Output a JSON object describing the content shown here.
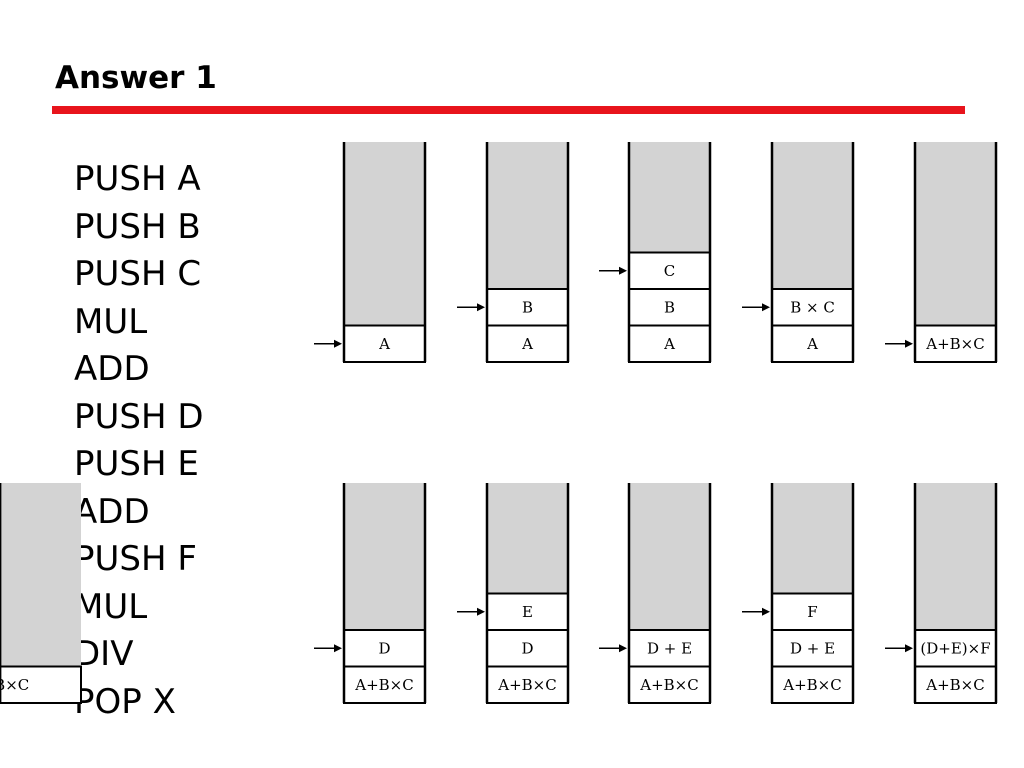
{
  "title": "Answer 1",
  "accent_color": "#e8141c",
  "fill_color": "#d3d3d3",
  "instructions": [
    "PUSH A",
    "PUSH B",
    "PUSH C",
    "MUL",
    "ADD",
    "PUSH D",
    "PUSH E",
    "ADD",
    "PUSH F",
    "MUL",
    "DIV",
    "POP X"
  ],
  "stacks": [
    {
      "cells": [
        "A"
      ],
      "pointer_level": 1
    },
    {
      "cells": [
        "A",
        "B"
      ],
      "pointer_level": 2
    },
    {
      "cells": [
        "A",
        "B",
        "C"
      ],
      "pointer_level": 3
    },
    {
      "cells": [
        "A",
        "B × C"
      ],
      "pointer_level": 2
    },
    {
      "cells": [
        "A+B×C"
      ],
      "pointer_level": 1
    },
    {
      "cells": [
        "A+B×C",
        "D"
      ],
      "pointer_level": 2
    },
    {
      "cells": [
        "A+B×C",
        "D",
        "E"
      ],
      "pointer_level": 3
    },
    {
      "cells": [
        "A+B×C",
        "D + E"
      ],
      "pointer_level": 2
    },
    {
      "cells": [
        "A+B×C",
        "D + E",
        "F"
      ],
      "pointer_level": 3
    },
    {
      "cells": [
        "A+B×C",
        "(D+E)×F"
      ],
      "pointer_level": 2
    },
    {
      "cells": [
        "A+B×C"
      ],
      "pointer_level": 1
    }
  ]
}
